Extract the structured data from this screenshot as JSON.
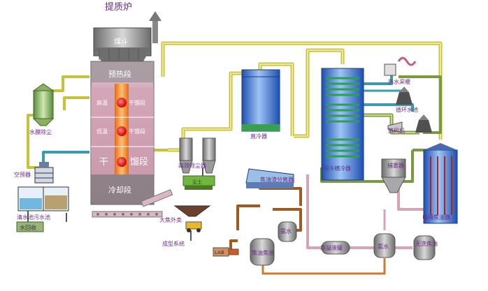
{
  "title": "提质炉",
  "furnace": {
    "coal_hopper": "煤斗",
    "preheat": "预热段",
    "high_temp": "高温",
    "low_temp": "低温",
    "dry_top": "干馏段",
    "dry_mid": "干馏段",
    "dry_main_a": "干",
    "dry_main_b": "馏段",
    "cooling": "冷却段"
  },
  "labels": {
    "water_dust": "水膜除尘",
    "air_preheater": "空预器",
    "clean_sewage_pool": "清水池污水池",
    "water_recycle": "水回收",
    "hi_eff_dust": "高效除尘器",
    "direct_cooler": "直冷器",
    "tar_separator": "焦油渣分离器",
    "intercooler": "间冷横冷器",
    "hot_water_heating": "热水采暖",
    "circ_water_tank": "循环水池",
    "blower": "鼓风机",
    "defogger": "捕雾器",
    "tar_capture": "电捕焦油器",
    "ammonia_water_1": "氨水",
    "ammonia_water_2": "氨水",
    "condensate_tank": "冷凝液罐",
    "tar_tank": "焦油焦池",
    "no_wash_tank": "无洗焦油",
    "lab": "LAB",
    "coke_out": "大焦外卖",
    "molding_system": "成型系统",
    "ash": "尘土"
  }
}
